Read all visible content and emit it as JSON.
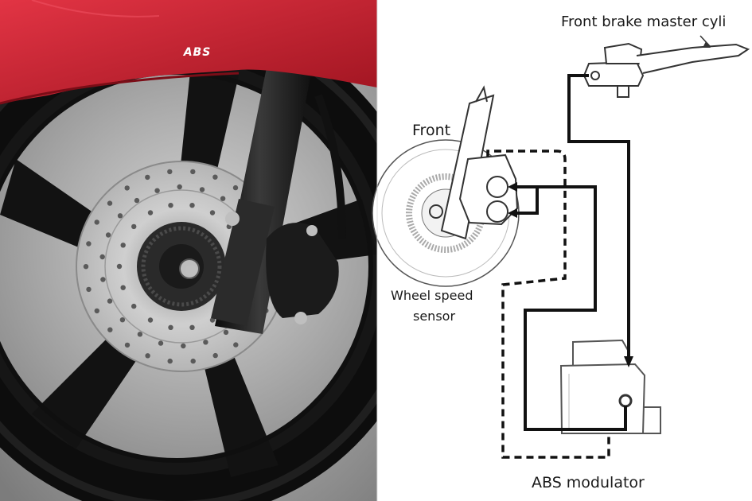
{
  "photo": {
    "badge_text": "ABS",
    "colors": {
      "fairing": "#c8202e",
      "tire": "#0d0d0d",
      "rim": "#161616",
      "disc": "#c7c7c7",
      "background": "#9a9a9a"
    }
  },
  "diagram": {
    "labels": {
      "master_cylinder": "Front brake master cyli",
      "front": "Front",
      "wheel_speed_line1": "Wheel speed",
      "wheel_speed_line2": "sensor",
      "modulator": "ABS modulator"
    },
    "line_styles": {
      "hydraulic": "solid",
      "sensor_signal": "dashed"
    }
  }
}
